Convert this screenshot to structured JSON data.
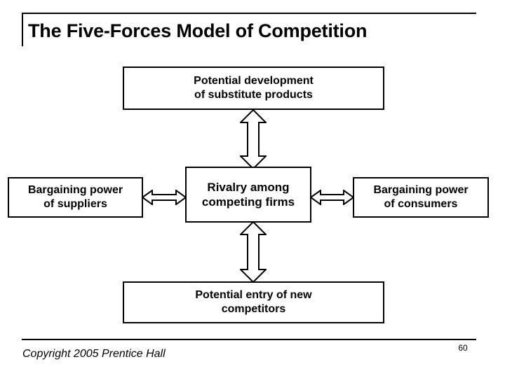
{
  "slide": {
    "title": "The Five-Forces Model of Competition",
    "background_color": "#ffffff",
    "line_color": "#000000"
  },
  "diagram": {
    "type": "five-forces-model",
    "boxes": {
      "top": {
        "label": "Potential development\nof substitute products",
        "line1": "Potential development",
        "line2": "of substitute products"
      },
      "left": {
        "label": "Bargaining power\nof suppliers",
        "line1": "Bargaining power",
        "line2": "of suppliers"
      },
      "center": {
        "label": "Rivalry among\ncompeting firms",
        "line1": "Rivalry among",
        "line2": "competing firms"
      },
      "right": {
        "label": "Bargaining power\nof consumers",
        "line1": "Bargaining power",
        "line2": "of consumers"
      },
      "bottom": {
        "label": "Potential entry of new\ncompetitors",
        "line1": "Potential entry of new",
        "line2": "competitors"
      }
    },
    "connectors": [
      {
        "name": "top-to-center",
        "style": "double-headed-block-arrow",
        "orientation": "vertical"
      },
      {
        "name": "center-to-bottom",
        "style": "double-headed-block-arrow",
        "orientation": "vertical"
      },
      {
        "name": "left-to-center",
        "style": "double-headed-block-arrow",
        "orientation": "horizontal"
      },
      {
        "name": "center-to-right",
        "style": "double-headed-block-arrow",
        "orientation": "horizontal"
      }
    ]
  },
  "footer": {
    "copyright": "Copyright 2005 Prentice Hall",
    "page_number": "60"
  }
}
